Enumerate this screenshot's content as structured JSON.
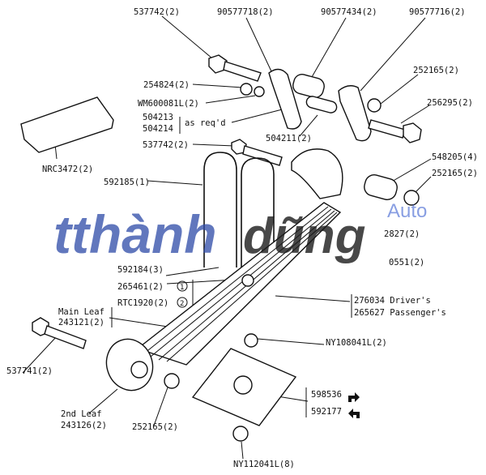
{
  "diagram": {
    "labels": {
      "top_bolt": "537742(2)",
      "plate_left": "90577718(2)",
      "bush_top": "90577434(2)",
      "plate_right": "90577716(2)",
      "nut_top_right": "252165(2)",
      "nut_left": "254824(2)",
      "washer": "WM600081L(2)",
      "shim_a": "504213",
      "shim_b": "504214",
      "as_reqd": "as req'd",
      "spacer": "504211(2)",
      "bolt_right": "256295(2)",
      "bolt_mid": "537742(2)",
      "bush_right": "548205(4)",
      "nut_right": "252165(2)",
      "pad": "NRC3472(2)",
      "ubolt": "592185(1)",
      "clip": "2827(2)",
      "clip_b": "0551(2)",
      "ubolt_b": "592184(3)",
      "rivet_1": "265461(2)",
      "rivet_1_mark": "1",
      "rivet_2": "RTC1920(2)",
      "rivet_2_mark": "2",
      "main_leaf": "Main Leaf",
      "main_leaf_no": "243121(2)",
      "spring_driver": "276034 Driver's",
      "spring_passenger": "265627 Passenger's",
      "bolt_front": "537741(2)",
      "nut_plate": "NY108041L(2)",
      "plate_r": "598536",
      "plate_l": "592177",
      "second_leaf": "2nd Leaf",
      "second_leaf_no": "243126(2)",
      "nut_front": "252165(2)",
      "nut_bottom": "NY112041L(8)"
    },
    "watermark": {
      "brand": "tthànhdũng",
      "sub": "Auto"
    }
  }
}
